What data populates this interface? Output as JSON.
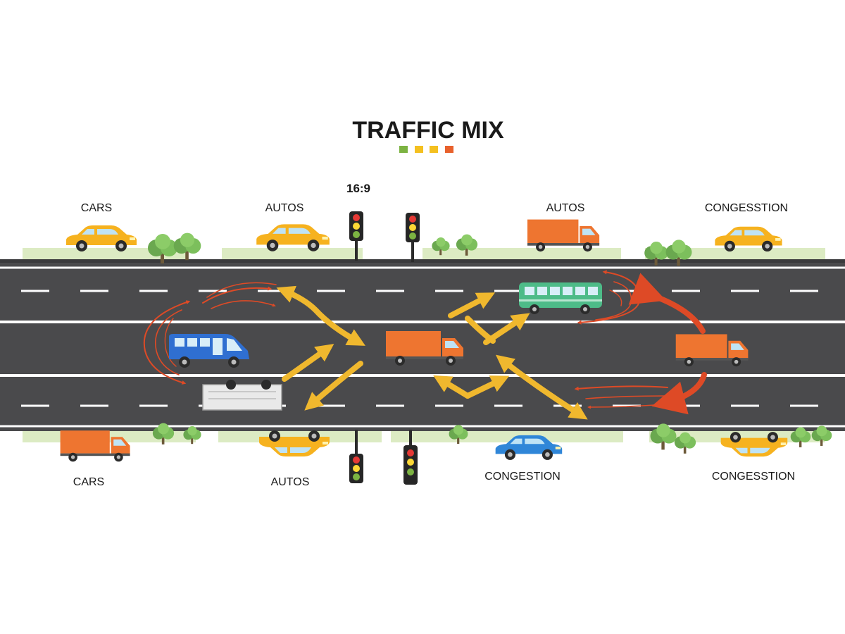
{
  "header": {
    "title": "TRAFFIC MIX",
    "ratio_label": "16:9",
    "swatches": [
      "#7cb342",
      "#f4c020",
      "#f4c020",
      "#e8612c"
    ]
  },
  "labels": {
    "top": [
      "CARS",
      "AUTOS",
      "AUTOS",
      "CONGESSTION"
    ],
    "bottom": [
      "CARS",
      "AUTOS",
      "CONGESTION",
      "CONGESSTION"
    ]
  },
  "colors": {
    "road": "#4a4a4c",
    "lane_line": "#ffffff",
    "verge": "#dcebc3",
    "flow_arrow": "#f0b82e",
    "congestion_arrow": "#de4a26",
    "car_yellow": "#f6b21f",
    "truck_orange": "#ee7530",
    "bus_blue": "#2f6fd1",
    "bus_green": "#4dbb88",
    "car_blue": "#2f86d8"
  },
  "icons": [
    "car-icon",
    "truck-icon",
    "bus-icon",
    "van-icon",
    "traffic-light-icon",
    "tree-icon"
  ]
}
